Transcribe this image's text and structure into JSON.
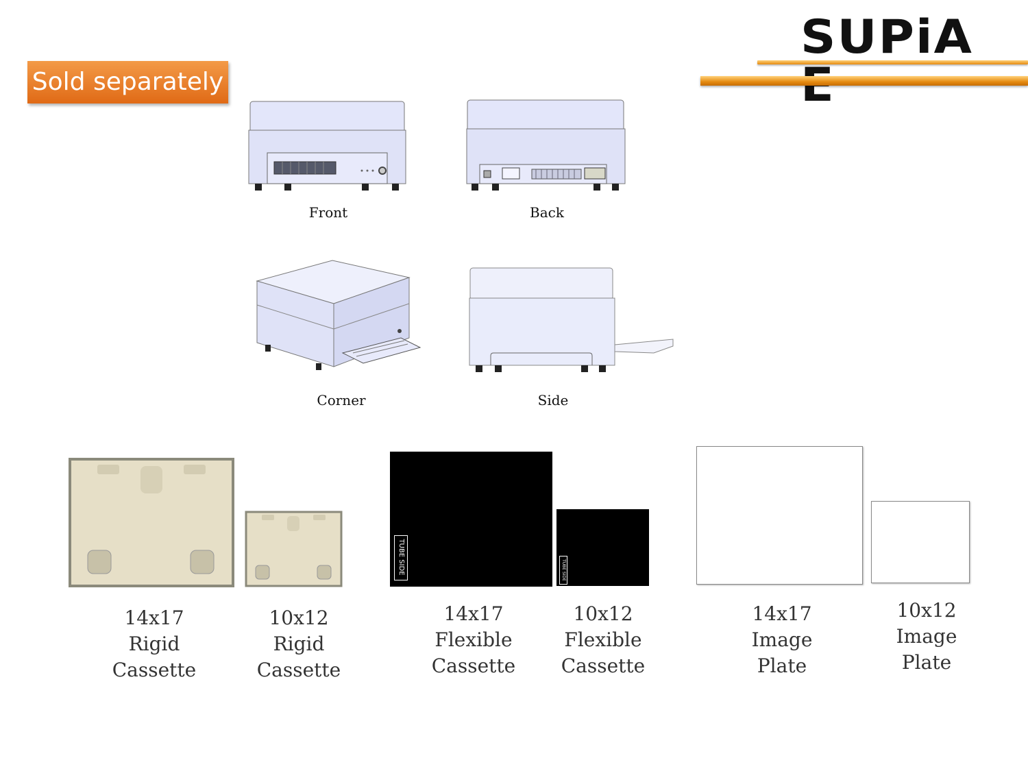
{
  "logo": {
    "text": "SUPiA E"
  },
  "badge": {
    "text": "Sold separately"
  },
  "views": {
    "front": "Front",
    "back": "Back",
    "corner": "Corner",
    "side": "Side"
  },
  "products": [
    {
      "size": "14x17",
      "l1": "Rigid",
      "l2": "Cassette"
    },
    {
      "size": "10x12",
      "l1": "Rigid",
      "l2": "Cassette"
    },
    {
      "size": "14x17",
      "l1": "Flexible",
      "l2": "Cassette"
    },
    {
      "size": "10x12",
      "l1": "Flexible",
      "l2": "Cassette"
    },
    {
      "size": "14x17",
      "l1": "Image",
      "l2": "Plate"
    },
    {
      "size": "10x12",
      "l1": "Image",
      "l2": "Plate"
    }
  ],
  "cassette_marking": "TUBE SIDE",
  "colors": {
    "accent": "#e8791f",
    "device": "#dfe2f7",
    "rigid": "#e4dcc3"
  }
}
